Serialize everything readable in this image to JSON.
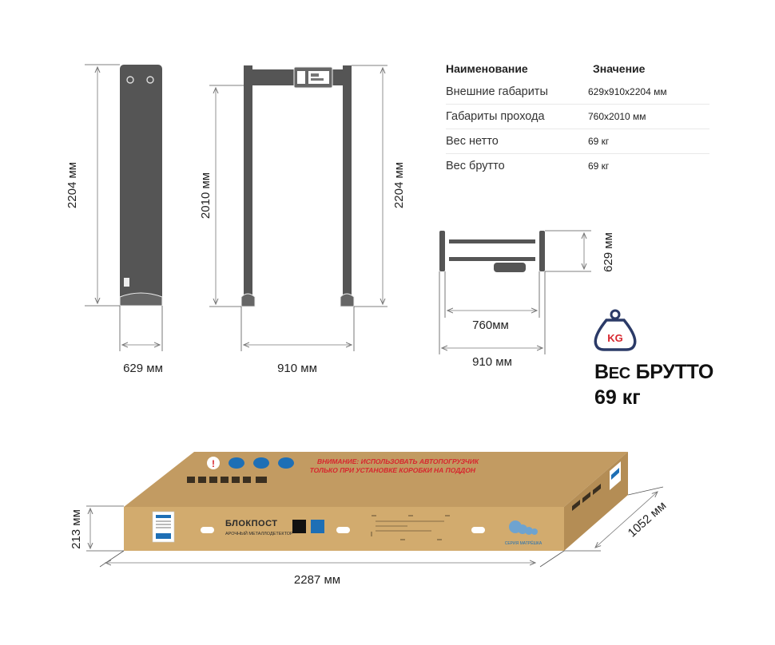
{
  "dimensions": {
    "side_height": "2204 мм",
    "side_width": "629 мм",
    "front_passage_height": "2010 мм",
    "front_total_height": "2204 мм",
    "front_width": "910 мм",
    "top_depth": "629 мм",
    "top_passage_width": "760мм",
    "top_total_width": "910 мм",
    "box_height": "213 мм",
    "box_length": "2287 мм",
    "box_width": "1052 мм"
  },
  "specs": {
    "header": {
      "name": "Наименование",
      "value": "Значение"
    },
    "rows": [
      {
        "name": "Внешние габариты",
        "value": "629x910x2204 мм"
      },
      {
        "name": "Габариты прохода",
        "value": "760x2010 мм"
      },
      {
        "name": "Вес нетто",
        "value": "69 кг"
      },
      {
        "name": "Вес брутто",
        "value": "69 кг"
      }
    ]
  },
  "weight_badge": {
    "icon_text": "KG",
    "label_first": "В",
    "label_small": "ЕС",
    "label_rest": " БРУТТО",
    "value": "69 кг"
  },
  "box": {
    "warning_line1": "ВНИМАНИЕ: ИСПОЛЬЗОВАТЬ АВТОПОГРУЗЧИК",
    "warning_line2": "ТОЛЬКО ПРИ УСТАНОВКЕ КОРОБКИ НА ПОДДОН",
    "brand": "БЛОКПОСТ",
    "brand_sub": "АРОЧНЫЙ МЕТАЛЛОДЕТЕКТОР",
    "series": "СЕРИЯ МАТРЁШКА"
  },
  "colors": {
    "metal": "#555555",
    "box_front": "#d2ab6e",
    "box_top": "#c29b62",
    "box_side": "#b48d55",
    "accent_red": "#d7262e",
    "accent_blue": "#1e6fb5",
    "icon_navy": "#2b3a67"
  }
}
